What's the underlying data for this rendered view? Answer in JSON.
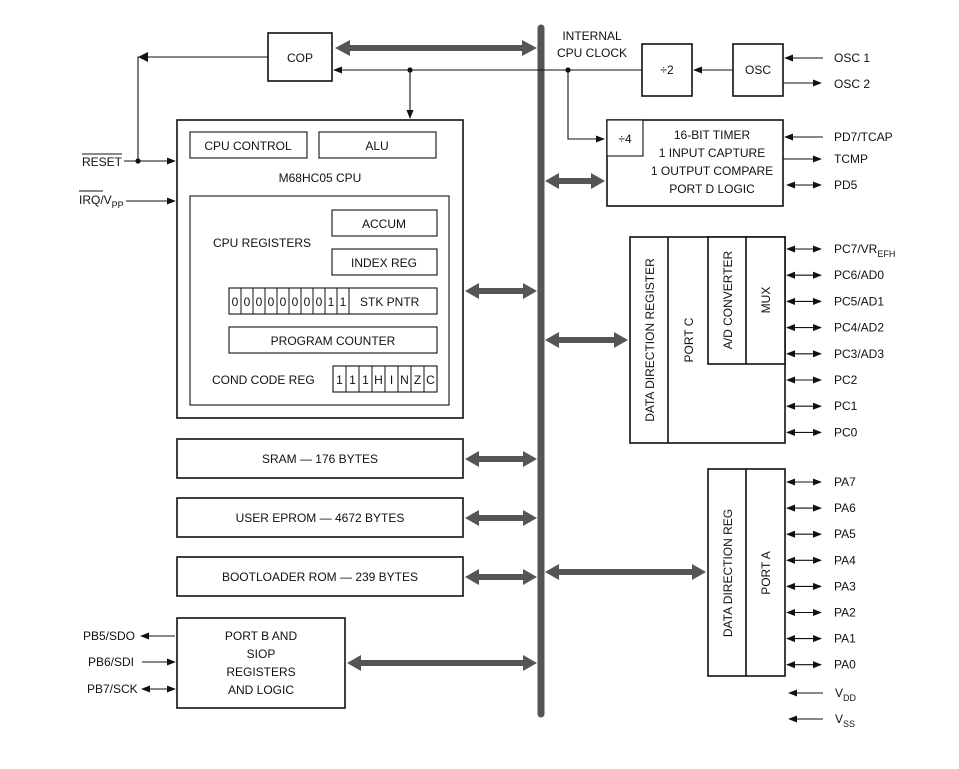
{
  "clock": {
    "internal_line1": "INTERNAL",
    "internal_line2": "CPU CLOCK",
    "div2": "÷2",
    "osc": "OSC",
    "osc1": "OSC 1",
    "osc2": "OSC 2"
  },
  "cop": "COP",
  "cpu": {
    "control": "CPU CONTROL",
    "alu": "ALU",
    "name": "M68HC05 CPU",
    "registers": "CPU REGISTERS",
    "accum": "ACCUM",
    "index_reg": "INDEX REG",
    "stk_bits": [
      "0",
      "0",
      "0",
      "0",
      "0",
      "0",
      "0",
      "0",
      "1",
      "1"
    ],
    "stk_pntr": "STK PNTR",
    "program_counter": "PROGRAM COUNTER",
    "cond_code_reg": "COND CODE REG",
    "ccr_bits": [
      "1",
      "1",
      "1",
      "H",
      "I",
      "N",
      "Z",
      "C"
    ]
  },
  "left_pins": {
    "reset": "RESET",
    "irq": "IRQ/V",
    "irq_sub": "PP"
  },
  "memory": {
    "sram": "SRAM — 176 BYTES",
    "eprom": "USER EPROM — 4672 BYTES",
    "bootrom": "BOOTLOADER ROM — 239 BYTES"
  },
  "portb": {
    "lines": [
      "PORT B AND",
      "SIOP",
      "REGISTERS",
      "AND LOGIC"
    ],
    "pins": [
      "PB5/SDO",
      "PB6/SDI",
      "PB7/SCK"
    ]
  },
  "timer": {
    "div4": "÷4",
    "lines": [
      "16-BIT TIMER",
      "1 INPUT CAPTURE",
      "1 OUTPUT COMPARE",
      "PORT D LOGIC"
    ],
    "pins": [
      "PD7/TCAP",
      "TCMP",
      "PD5"
    ]
  },
  "portc": {
    "ddr": "DATA DIRECTION REGISTER",
    "port": "PORT C",
    "adc": "A/D CONVERTER",
    "mux": "MUX",
    "pins": [
      "PC7/VR",
      "PC6/AD0",
      "PC5/AD1",
      "PC4/AD2",
      "PC3/AD3",
      "PC2",
      "PC1",
      "PC0"
    ],
    "pc7_sub": "EFH"
  },
  "porta": {
    "ddr": "DATA DIRECTION REG",
    "port": "PORT A",
    "pins": [
      "PA7",
      "PA6",
      "PA5",
      "PA4",
      "PA3",
      "PA2",
      "PA1",
      "PA0"
    ]
  },
  "power": {
    "vdd": "V",
    "vdd_sub": "DD",
    "vss": "V",
    "vss_sub": "SS"
  }
}
